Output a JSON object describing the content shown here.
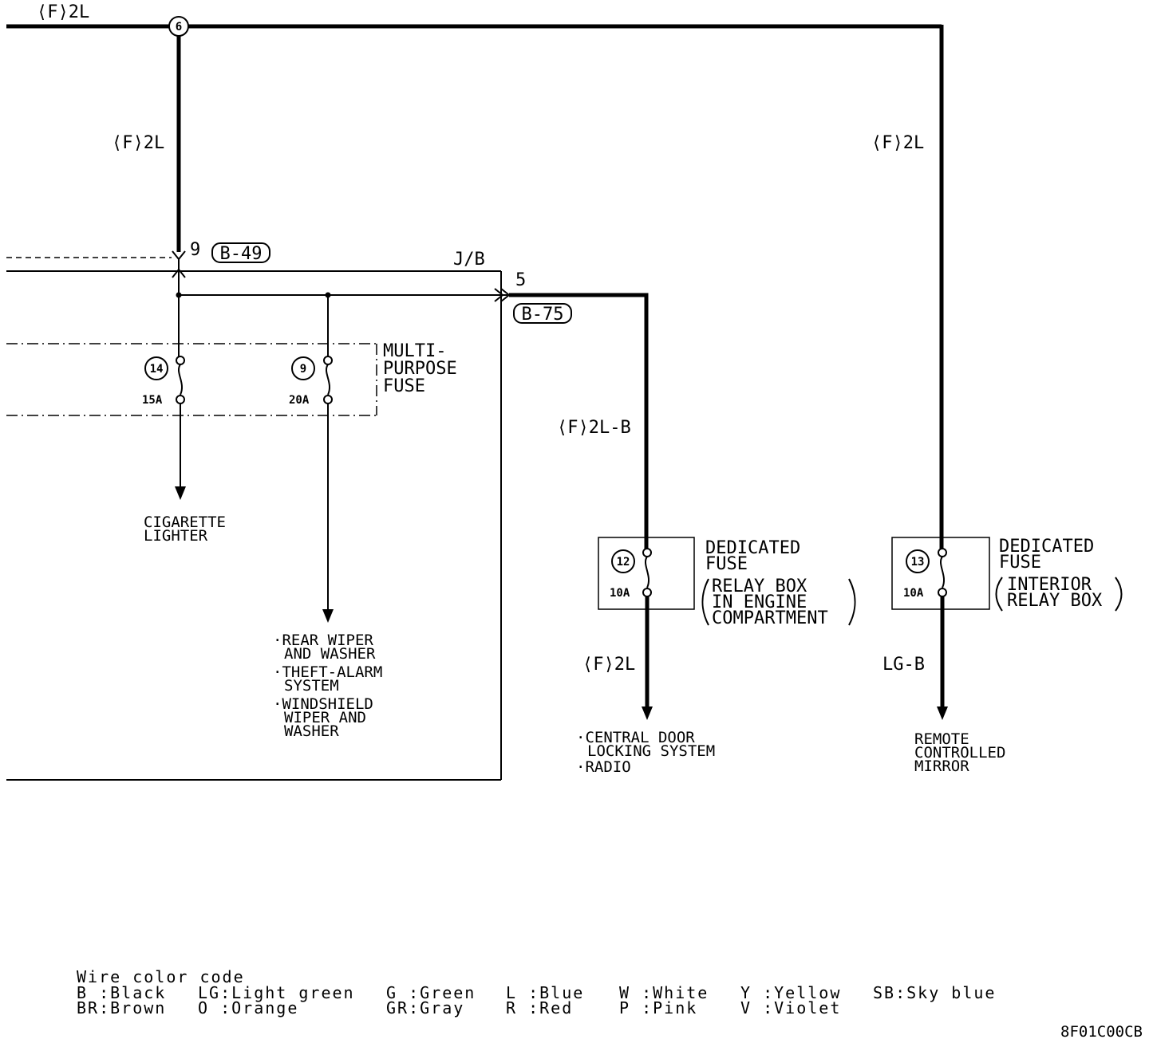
{
  "top_wire_label": "⟨F⟩2L",
  "junction_number": "6",
  "left_branch_wire": "⟨F⟩2L",
  "right_branch_wire": "⟨F⟩2L",
  "jb": {
    "label": "J/B",
    "in_pin": "9",
    "in_connector": "B-49",
    "out_pin": "5",
    "out_connector": "B-75"
  },
  "multipurpose_fuse": {
    "title_lines": [
      "MULTI-",
      "PURPOSE",
      "FUSE"
    ],
    "fuses": [
      {
        "number": "14",
        "rating": "15A",
        "load_lines": [
          "CIGARETTE",
          "LIGHTER"
        ]
      },
      {
        "number": "9",
        "rating": "20A",
        "load_lines": [
          "·REAR WIPER",
          "AND WASHER",
          "·THEFT-ALARM",
          "SYSTEM",
          "·WINDSHIELD",
          "WIPER AND",
          "WASHER"
        ]
      }
    ]
  },
  "radio_branch": {
    "wire_in": "⟨F⟩2L-B",
    "fuse_number": "12",
    "fuse_rating": "10A",
    "fuse_title_lines": [
      "DEDICATED",
      "FUSE"
    ],
    "fuse_location_lines": [
      "RELAY BOX",
      "IN ENGINE",
      "COMPARTMENT"
    ],
    "wire_out": "⟨F⟩2L",
    "load_lines": [
      "·CENTRAL DOOR",
      "LOCKING SYSTEM",
      "·RADIO"
    ]
  },
  "mirror_branch": {
    "fuse_number": "13",
    "fuse_rating": "10A",
    "fuse_title_lines": [
      "DEDICATED",
      "FUSE"
    ],
    "fuse_location_lines": [
      "INTERIOR",
      "RELAY BOX"
    ],
    "wire_out": "LG-B",
    "load_lines": [
      "REMOTE",
      "CONTROLLED",
      "MIRROR"
    ]
  },
  "legend": {
    "title": "Wire color code",
    "rows": [
      [
        "B :Black",
        "LG:Light green",
        "G :Green",
        "L :Blue",
        "W :White",
        "Y :Yellow",
        "SB:Sky blue"
      ],
      [
        "BR:Brown",
        "O :Orange",
        "GR:Gray",
        "R :Red",
        "P :Pink",
        "V :Violet",
        ""
      ]
    ]
  },
  "figure_code": "8F01C00CB"
}
